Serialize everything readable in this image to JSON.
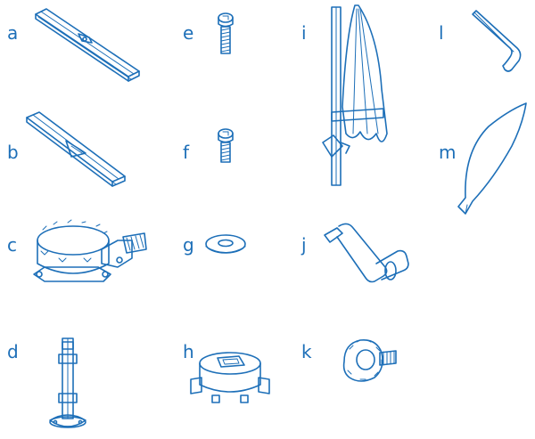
{
  "parts": [
    {
      "label": "a",
      "icon": "short-rail-icon"
    },
    {
      "label": "b",
      "icon": "long-rail-icon"
    },
    {
      "label": "c",
      "icon": "base-plate-with-crank-icon"
    },
    {
      "label": "d",
      "icon": "pole-stand-icon"
    },
    {
      "label": "e",
      "icon": "long-screw-icon"
    },
    {
      "label": "f",
      "icon": "short-screw-icon"
    },
    {
      "label": "g",
      "icon": "washer-icon"
    },
    {
      "label": "h",
      "icon": "mount-block-icon"
    },
    {
      "label": "i",
      "icon": "parasol-icon"
    },
    {
      "label": "j",
      "icon": "crank-handle-icon"
    },
    {
      "label": "k",
      "icon": "knob-screw-icon"
    },
    {
      "label": "l",
      "icon": "hex-key-icon"
    },
    {
      "label": "m",
      "icon": "wing-blade-icon"
    }
  ],
  "colors": {
    "accent": "#1d6fb8",
    "background": "#ffffff"
  }
}
